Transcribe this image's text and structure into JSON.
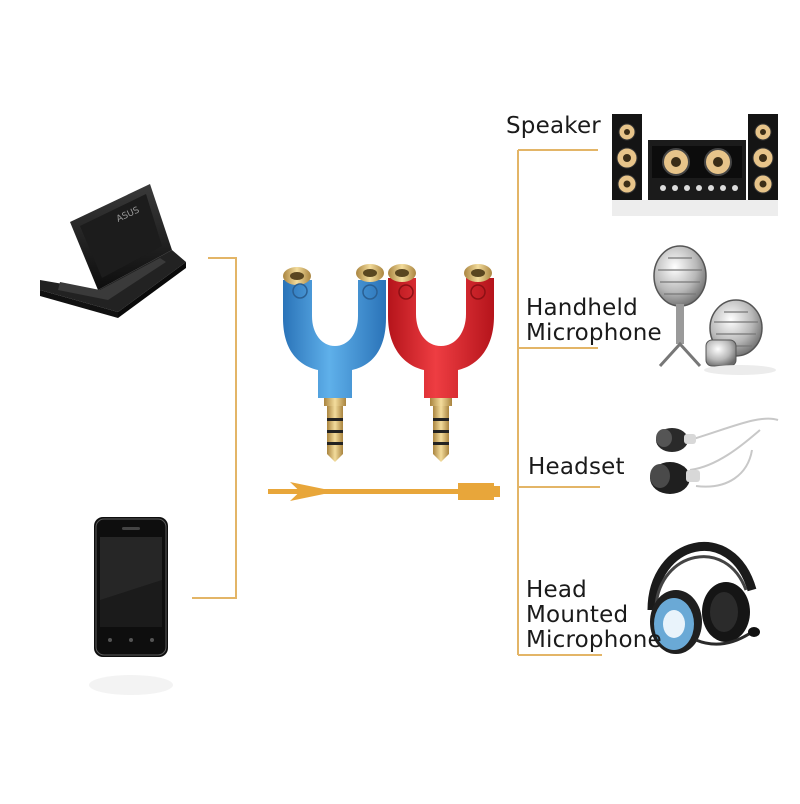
{
  "colors": {
    "connector_line": "#e3b567",
    "arrow": "#e8a63a",
    "adapter_blue": "#3a8fd4",
    "adapter_red": "#d81f26",
    "plug_gold": "#d9b46a"
  },
  "icons": {
    "source_devices": [
      "laptop-icon",
      "smartphone-icon"
    ],
    "adapter": "y-splitter-adapter-icon",
    "arrow": "cable-arrow-icon",
    "outputs": [
      "speaker-system-icon",
      "handheld-microphone-icon",
      "earphones-icon",
      "headset-microphone-icon"
    ]
  },
  "outputs": {
    "speaker": {
      "label": "Speaker"
    },
    "handheld_microphone": {
      "line1": "Handheld",
      "line2": "Microphone"
    },
    "headset": {
      "label": "Headset"
    },
    "head_mounted_microphone": {
      "line1": "Head",
      "line2": "Mounted",
      "line3": "Microphone"
    }
  }
}
